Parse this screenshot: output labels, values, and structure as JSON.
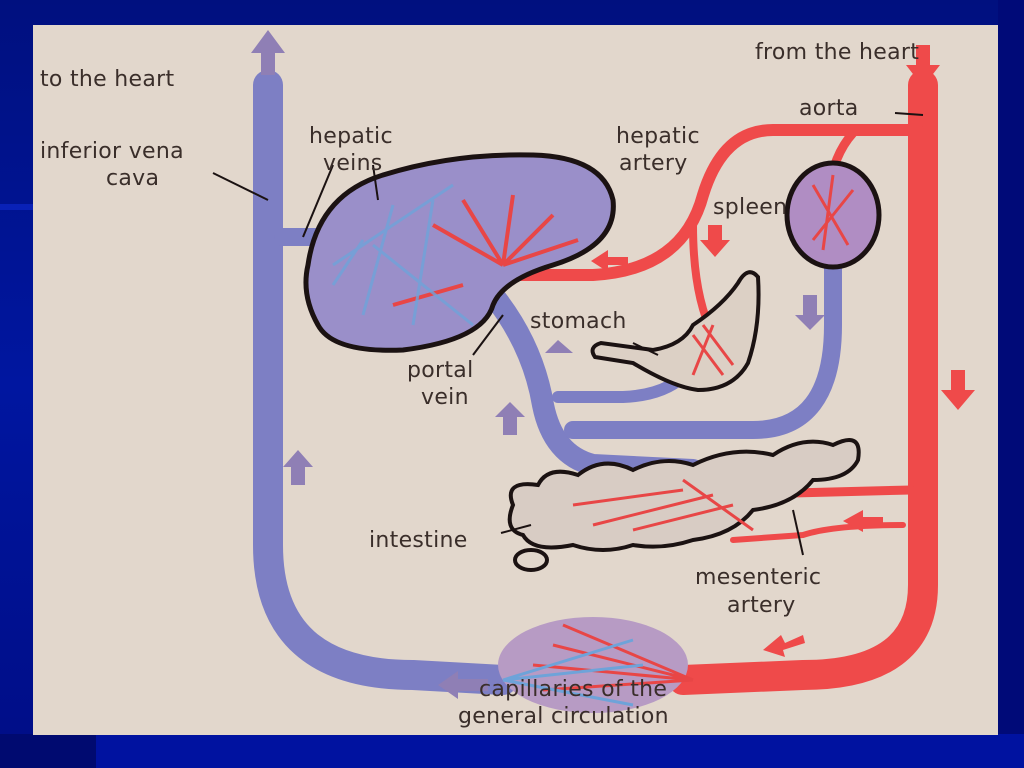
{
  "labels": {
    "to_heart": "to the heart",
    "from_heart": "from the heart",
    "ivc_line1": "inferior vena",
    "ivc_line2": "cava",
    "hepatic_veins_line1": "hepatic",
    "hepatic_veins_line2": "veins",
    "hepatic_artery_line1": "hepatic",
    "hepatic_artery_line2": "artery",
    "aorta": "aorta",
    "spleen": "spleen",
    "stomach": "stomach",
    "portal_vein_line1": "portal",
    "portal_vein_line2": "vein",
    "intestine": "intestine",
    "mesenteric_line1": "mesenteric",
    "mesenteric_line2": "artery",
    "capillaries_line1": "capillaries of the",
    "capillaries_line2": "general circulation"
  },
  "colors": {
    "slide_background": "#000a7a",
    "panel_background": "#e2d7cc",
    "vein_color": "#7d7fc4",
    "artery_color": "#ef4a4a",
    "outline_color": "#1b1212",
    "label_color": "#3a2e2a"
  }
}
